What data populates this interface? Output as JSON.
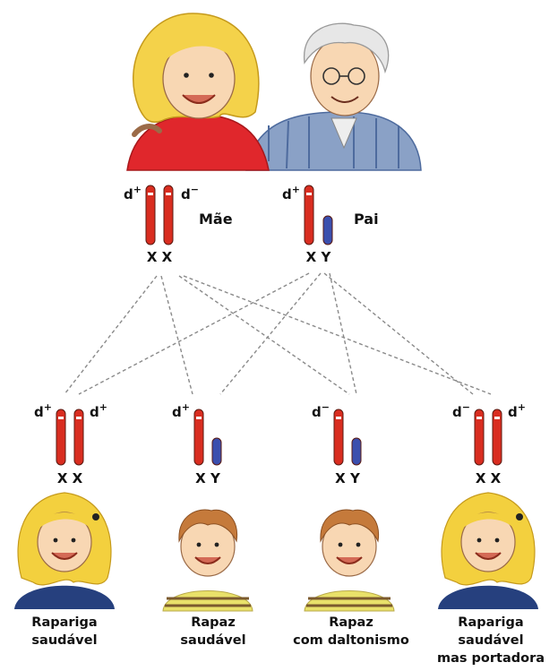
{
  "colors": {
    "x_chromosome": "#d92d20",
    "y_chromosome": "#3b4fae",
    "allele_band": "#ffffff",
    "cross_line": "#8a8a8a",
    "mother_hair": "#f4d24a",
    "mother_shirt": "#e0272c",
    "father_hair": "#e7e7e7",
    "father_shirt": "#8aa1c6",
    "girl_hair": "#f3d03e",
    "girl_shirt": "#26407e",
    "boy_hair": "#c57a3b",
    "boy_shirt": "#e9e16a",
    "skin": "#f8d7b3"
  },
  "parents": {
    "mother": {
      "name": "Mãe",
      "chromosomes": "X X",
      "alleles": [
        "d+",
        "d−"
      ]
    },
    "father": {
      "name": "Pai",
      "chromosomes": "X Y",
      "alleles": [
        "d+"
      ]
    }
  },
  "children": [
    {
      "chromosomes": "X X",
      "alleles": [
        "d+",
        "d+"
      ],
      "caption": [
        "Rapariga",
        "saudável"
      ]
    },
    {
      "chromosomes": "X Y",
      "alleles": [
        "d+"
      ],
      "caption": [
        "Rapaz",
        "saudável"
      ]
    },
    {
      "chromosomes": "X Y",
      "alleles": [
        "d−"
      ],
      "caption": [
        "Rapaz",
        "com daltonismo"
      ]
    },
    {
      "chromosomes": "X X",
      "alleles": [
        "d−",
        "d+"
      ],
      "caption": [
        "Rapariga",
        "saudável",
        "mas portadora"
      ]
    }
  ],
  "symbols": {
    "allele_base": "d",
    "plus": "+",
    "minus": "−"
  }
}
